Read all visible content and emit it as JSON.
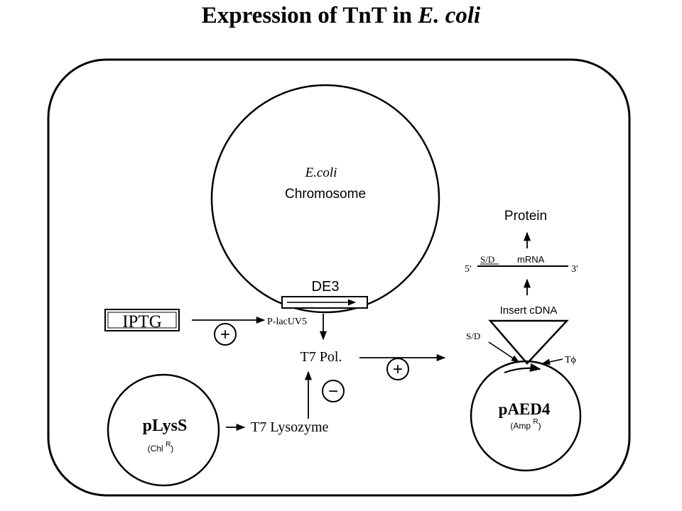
{
  "slide": {
    "title_main": "Expression of TnT in ",
    "title_italic": "E. coli"
  },
  "diagram": {
    "chromosome_species": "E.coli",
    "chromosome_label": "Chromosome",
    "de3_label": "DE3",
    "iptg_label": "IPTG",
    "promoter_label": "P-lacUV5",
    "t7_pol_label": "T7  Pol.",
    "plysS_label": "pLysS",
    "plysS_marker": "(Chl",
    "plysS_marker_sup": "R",
    "plysS_marker_close": ")",
    "lysozyme_label": "T7  Lysozyme",
    "paed4_label": "pAED4",
    "paed4_marker": "(Amp",
    "paed4_marker_sup": "R",
    "paed4_marker_close": ")",
    "protein_label": "Protein",
    "mrna_five_prime": "5'",
    "mrna_sd_label": "S/D",
    "mrna_label": "mRNA",
    "mrna_three_prime": "3'",
    "insert_label": "Insert cDNA",
    "sd_label": "S/D",
    "terminator_label": "Tϕ",
    "plus_symbol": "+",
    "minus_symbol": "−"
  }
}
